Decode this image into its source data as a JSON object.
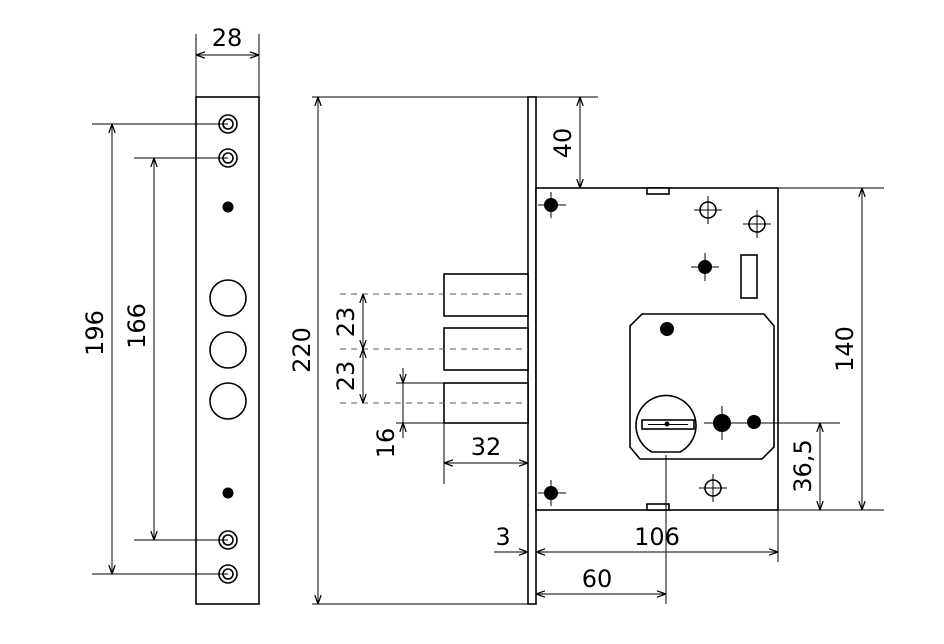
{
  "dimensions": {
    "faceplate_width": "28",
    "outer_hole_spacing": "196",
    "inner_hole_spacing": "166",
    "faceplate_height": "220",
    "case_top_offset": "40",
    "bolt_spacing_1": "23",
    "bolt_spacing_2": "23",
    "bolt_height": "16",
    "bolt_throw": "32",
    "faceplate_thickness": "3",
    "case_depth": "106",
    "backset": "60",
    "case_height": "140",
    "cylinder_height": "36,5"
  }
}
